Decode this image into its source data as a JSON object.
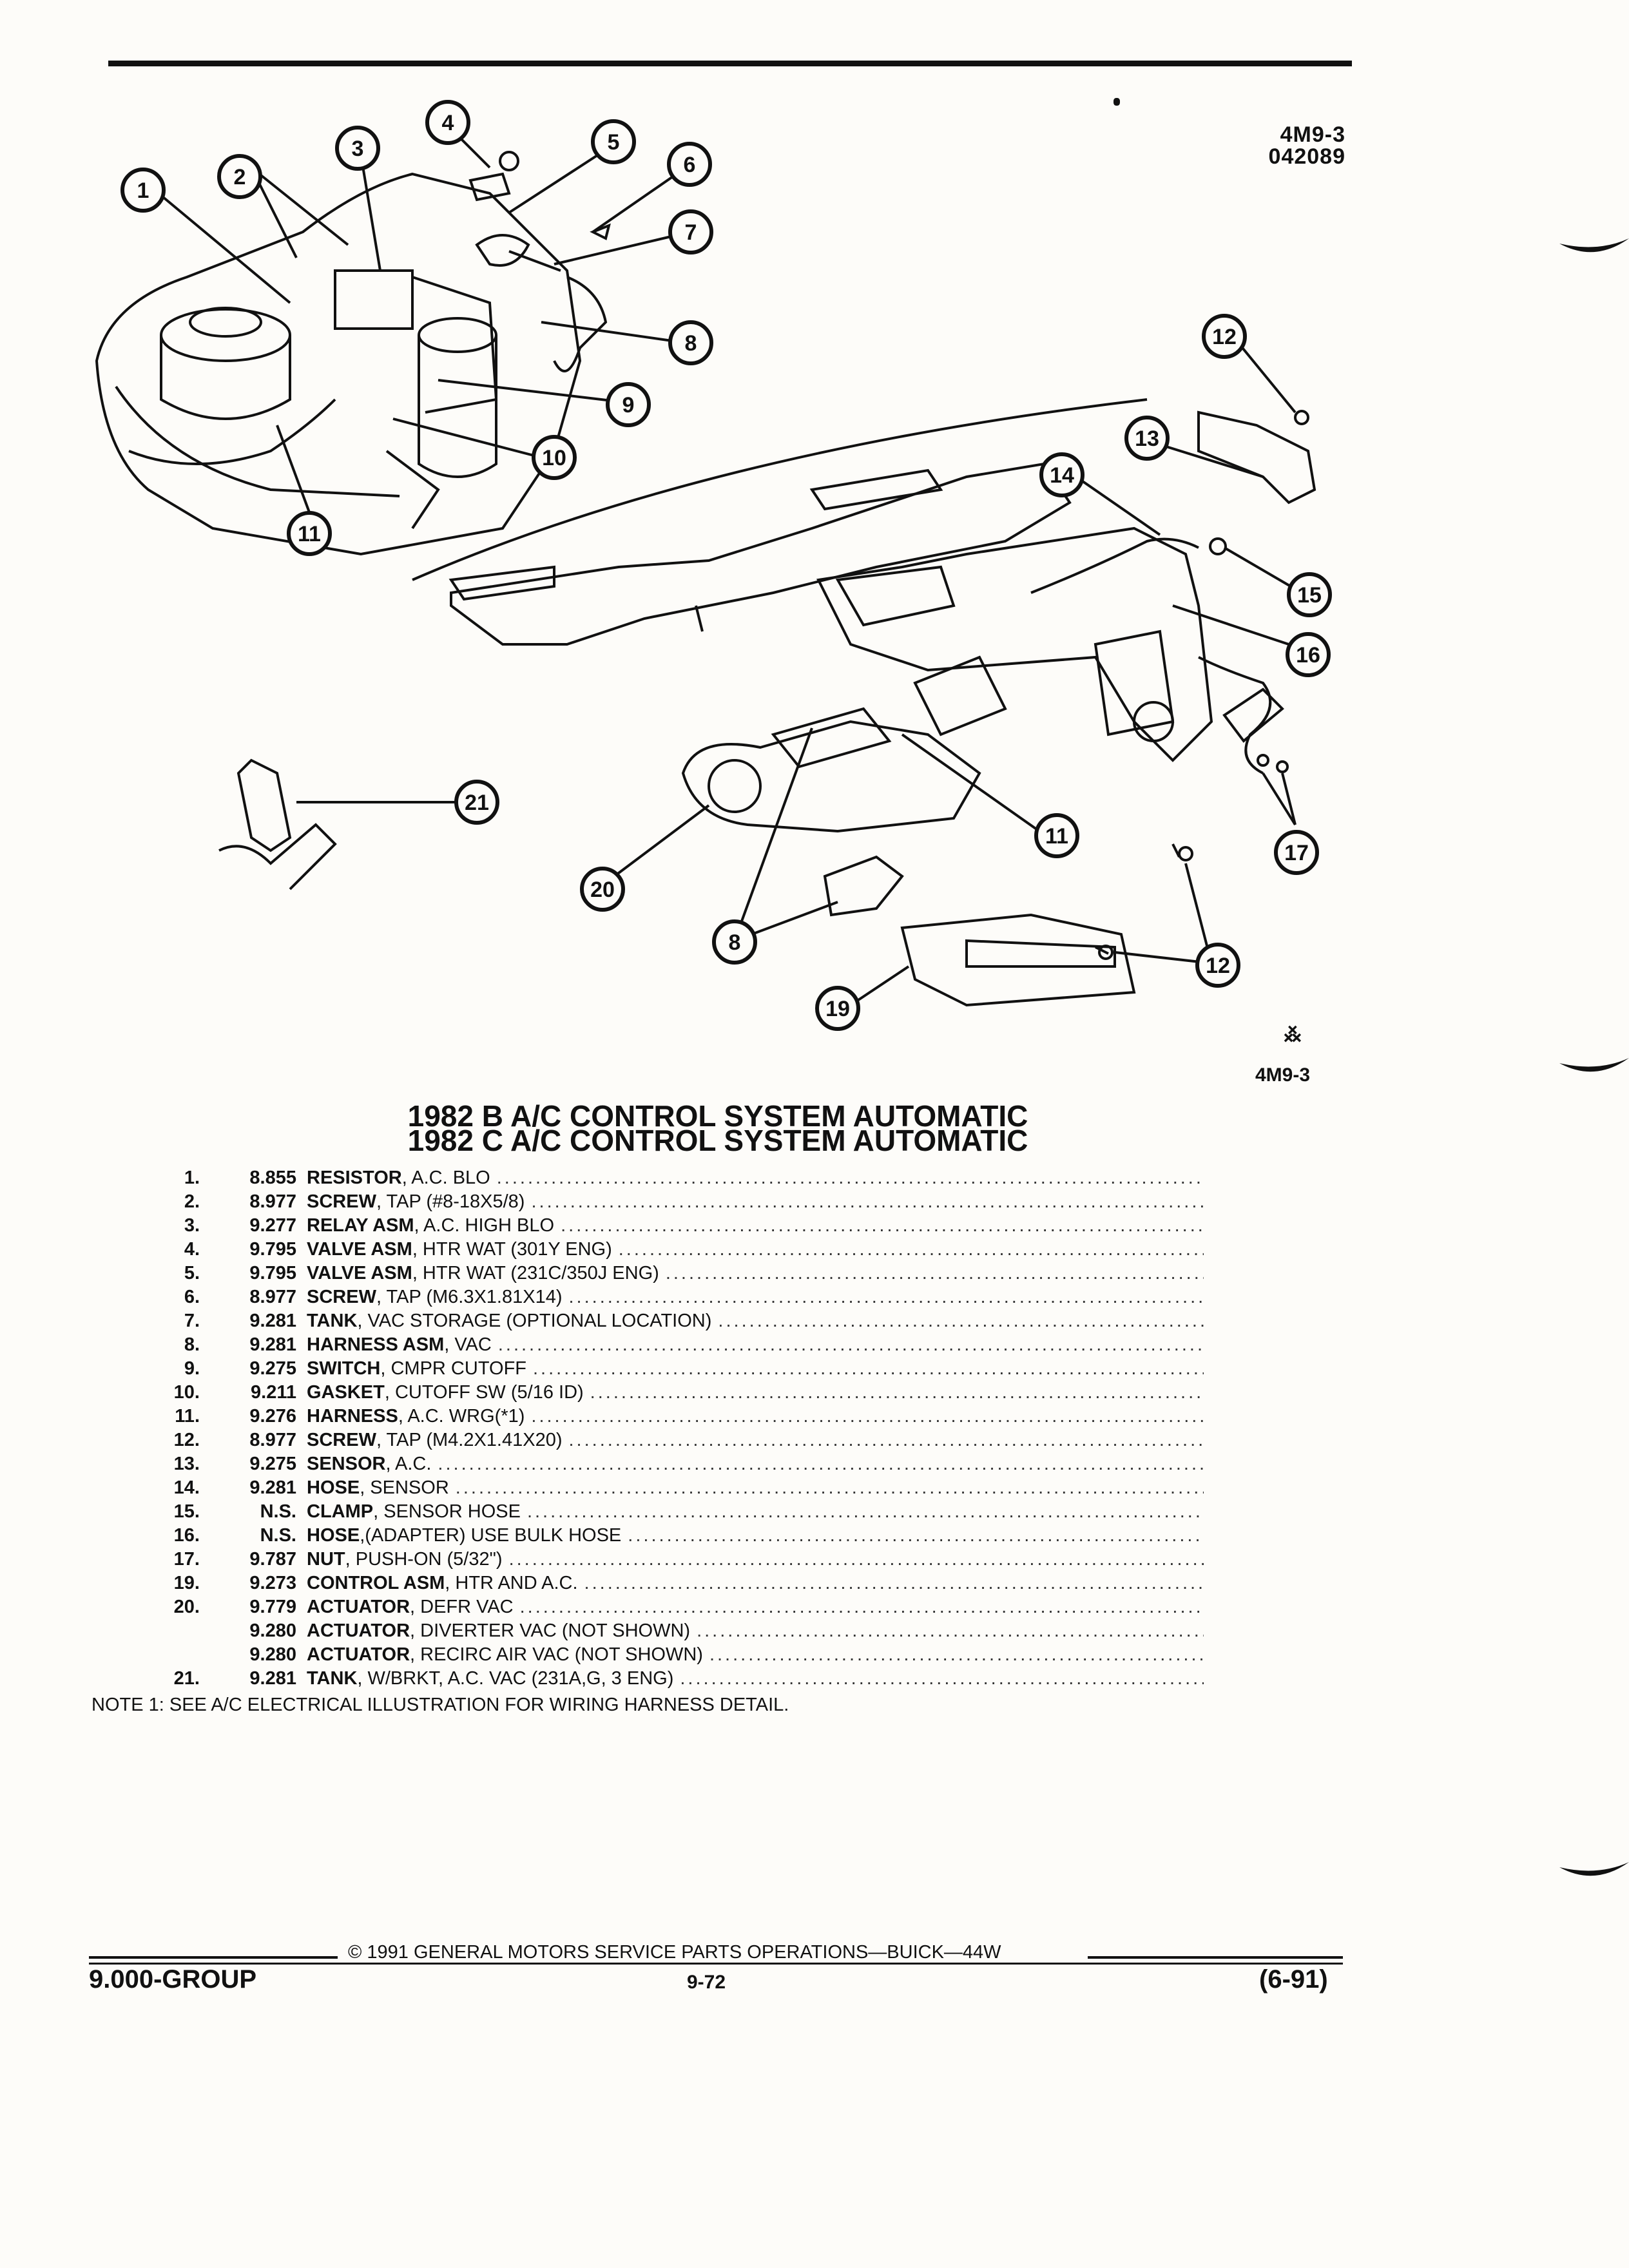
{
  "header": {
    "code": "4M9-3",
    "number": "042089"
  },
  "figure": {
    "label_bottom": "4M9-3",
    "logo_text": "࿏",
    "callouts": [
      "1",
      "2",
      "3",
      "4",
      "5",
      "6",
      "7",
      "8",
      "9",
      "10",
      "11",
      "12",
      "13",
      "14",
      "15",
      "16",
      "17",
      "19",
      "20",
      "21"
    ]
  },
  "titles": {
    "line1": "1982 B A/C CONTROL SYSTEM AUTOMATIC",
    "line2": "1982 C A/C CONTROL SYSTEM AUTOMATIC"
  },
  "parts": [
    {
      "num": "1.",
      "code": "8.855",
      "name": "RESISTOR",
      "desc": ", A.C. BLO"
    },
    {
      "num": "2.",
      "code": "8.977",
      "name": "SCREW",
      "desc": ", TAP (#8-18X5/8)"
    },
    {
      "num": "3.",
      "code": "9.277",
      "name": "RELAY ASM",
      "desc": ", A.C. HIGH BLO"
    },
    {
      "num": "4.",
      "code": "9.795",
      "name": "VALVE ASM",
      "desc": ", HTR WAT (301Y ENG)"
    },
    {
      "num": "5.",
      "code": "9.795",
      "name": "VALVE ASM",
      "desc": ", HTR WAT (231C/350J ENG)"
    },
    {
      "num": "6.",
      "code": "8.977",
      "name": "SCREW",
      "desc": ", TAP (M6.3X1.81X14)"
    },
    {
      "num": "7.",
      "code": "9.281",
      "name": "TANK",
      "desc": ", VAC STORAGE (OPTIONAL LOCATION)"
    },
    {
      "num": "8.",
      "code": "9.281",
      "name": "HARNESS ASM",
      "desc": ", VAC"
    },
    {
      "num": "9.",
      "code": "9.275",
      "name": "SWITCH",
      "desc": ", CMPR CUTOFF"
    },
    {
      "num": "10.",
      "code": "9.211",
      "name": "GASKET",
      "desc": ", CUTOFF SW (5/16 ID)"
    },
    {
      "num": "11.",
      "code": "9.276",
      "name": "HARNESS",
      "desc": ", A.C. WRG(*1)"
    },
    {
      "num": "12.",
      "code": "8.977",
      "name": "SCREW",
      "desc": ", TAP (M4.2X1.41X20)"
    },
    {
      "num": "13.",
      "code": "9.275",
      "name": "SENSOR",
      "desc": ", A.C."
    },
    {
      "num": "14.",
      "code": "9.281",
      "name": "HOSE",
      "desc": ", SENSOR"
    },
    {
      "num": "15.",
      "code": "N.S.",
      "name": "CLAMP",
      "desc": ", SENSOR HOSE"
    },
    {
      "num": "16.",
      "code": "N.S.",
      "name": "HOSE",
      "desc": ",(ADAPTER) USE BULK HOSE"
    },
    {
      "num": "17.",
      "code": "9.787",
      "name": "NUT",
      "desc": ", PUSH-ON (5/32\")"
    },
    {
      "num": "19.",
      "code": "9.273",
      "name": "CONTROL ASM",
      "desc": ", HTR AND A.C."
    },
    {
      "num": "20.",
      "code": "9.779",
      "name": "ACTUATOR",
      "desc": ", DEFR VAC"
    },
    {
      "num": "",
      "code": "9.280",
      "name": "ACTUATOR",
      "desc": ", DIVERTER VAC (NOT SHOWN)"
    },
    {
      "num": "",
      "code": "9.280",
      "name": "ACTUATOR",
      "desc": ", RECIRC AIR VAC (NOT SHOWN)"
    },
    {
      "num": "21.",
      "code": "9.281",
      "name": "TANK",
      "desc": ", W/BRKT, A.C. VAC (231A,G, 3 ENG)"
    }
  ],
  "note": "NOTE  1:  SEE A/C ELECTRICAL ILLUSTRATION FOR WIRING HARNESS DETAIL.",
  "footer": {
    "copyright": "©  1991  GENERAL MOTORS SERVICE PARTS OPERATIONS—BUICK—44W",
    "group": "9.000-GROUP",
    "page": "9-72",
    "revision": "(6-91)"
  }
}
